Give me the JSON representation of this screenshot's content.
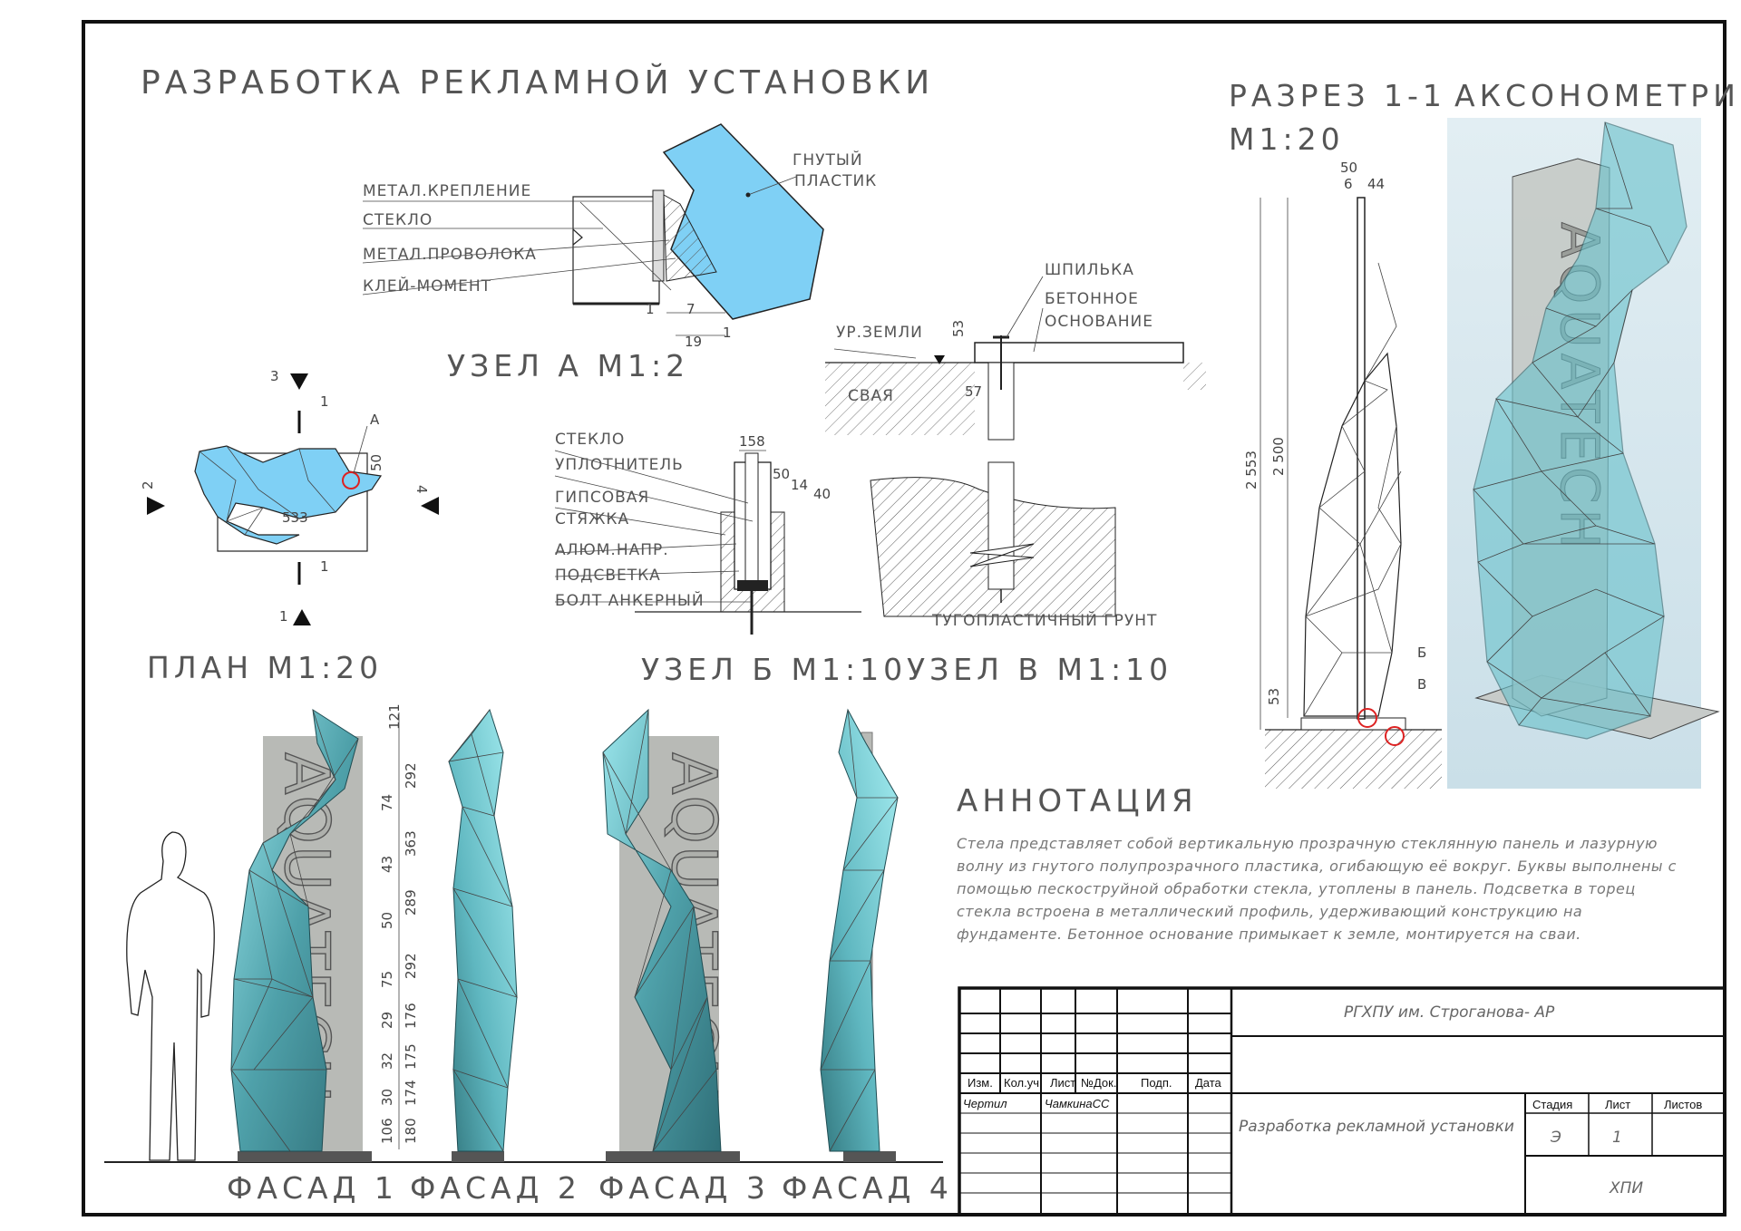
{
  "title": "РАЗРАБОТКА РЕКЛАМНОЙ УСТАНОВКИ",
  "node_a": {
    "labels": [
      "МЕТАЛ.КРЕПЛЕНИЕ",
      "СТЕКЛО",
      "МЕТАЛ.ПРОВОЛОКА",
      "КЛЕЙ-МОМЕНТ"
    ],
    "plastic_label_1": "ГНУТЫЙ",
    "plastic_label_2": "ПЛАСТИК",
    "dims": [
      "1",
      "7",
      "19",
      "1"
    ],
    "caption": "УЗЕЛ А М1:2"
  },
  "plan": {
    "caption": "ПЛАН М1:20",
    "marks": [
      "3",
      "2",
      "4",
      "1"
    ],
    "section_marks": [
      "1",
      "1"
    ],
    "node_label": "А",
    "dim_width": "533",
    "dim_depth": "50"
  },
  "node_b": {
    "labels": [
      "СТЕКЛО",
      "УПЛОТНИТЕЛЬ",
      "ГИПСОВАЯ",
      "СТЯЖКА",
      "АЛЮМ.НАПР.",
      "ПОДСВЕТКА",
      "БОЛТ АНКЕРНЫЙ"
    ],
    "dims": [
      "158",
      "50",
      "14",
      "40"
    ],
    "caption": "УЗЕЛ Б М1:10"
  },
  "node_v": {
    "labels": [
      "ШПИЛЬКА",
      "БЕТОННОЕ",
      "ОСНОВАНИЕ",
      "УР.ЗЕМЛИ",
      "СВАЯ",
      "ТУГОПЛАСТИЧНЫЙ ГРУНТ"
    ],
    "dims": [
      "53",
      "57"
    ],
    "caption": "УЗЕЛ В М1:10"
  },
  "section": {
    "title": "РАЗРЕЗ 1-1",
    "scale": "М1:20",
    "dims": [
      "50",
      "6",
      "44",
      "2 553",
      "2 500",
      "53"
    ],
    "marks": [
      "Б",
      "В"
    ]
  },
  "axonometry": {
    "title": "АКСОНОМЕТРИЯ"
  },
  "facades": {
    "labels": [
      "ФАСАД 1",
      "ФАСАД 2",
      "ФАСАД 3",
      "ФАСАД 4"
    ],
    "dims": [
      "121",
      "292",
      "74",
      "363",
      "43",
      "289",
      "50",
      "292",
      "75",
      "176",
      "29",
      "175",
      "32",
      "174",
      "30",
      "180",
      "106"
    ]
  },
  "annotation": {
    "title": "АННОТАЦИЯ",
    "lines": [
      "Стела представляет собой вертикальную прозрачную стеклянную панель и лазурную",
      "волну из гнутого полупрозрачного пластика, огибающую её вокруг. Буквы выполнены с",
      "помощью пескоструйной обработки стекла, утоплены в панель. Подсветка в торец",
      "стекла встроена в металлический профиль, удерживающий конструкцию на",
      "фундаменте. Бетонное основание примыкает к земле, монтируется на сваи."
    ]
  },
  "title_block": {
    "org": "РГХПУ им. Строганова- АР",
    "headers": [
      "Изм.",
      "Кол.уч",
      "Лист",
      "№Док.",
      "Подп.",
      "Дата"
    ],
    "role": "Чертил",
    "author": "ЧамкинаСС",
    "project": "Разработка рекламной установки",
    "stage_header": "Стадия",
    "sheet_header": "Лист",
    "sheets_header": "Листов",
    "stage": "Э",
    "sheet": "1",
    "institution": "ХПИ"
  },
  "sign_text": "AQUATECH",
  "colors": {
    "plastic": "#7fd0f5",
    "glass_panel": "#b8bab6",
    "wave_dark": "#3f8a94",
    "wave_light": "#8fe3ea",
    "axo_bg": "#d7e6ee"
  }
}
